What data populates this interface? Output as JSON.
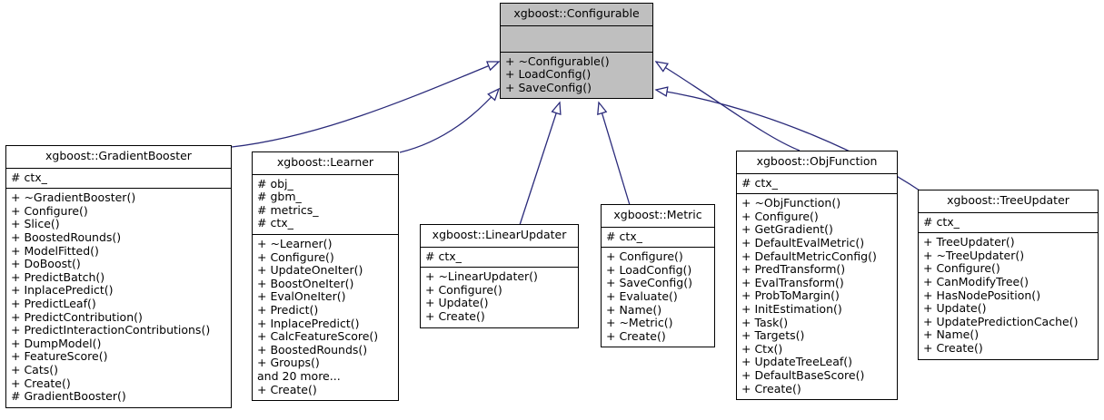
{
  "diagram": {
    "type": "uml-class-inheritance",
    "title": "xgboost::Configurable inheritance diagram",
    "edge_color": "#2a2a7a",
    "base_fill": "#bfbfbf",
    "node_fill": "#ffffff",
    "border_color": "#000000"
  },
  "nodes": [
    {
      "id": "configurable",
      "title": "xgboost::Configurable",
      "attributes": [],
      "operations": [
        "+ ~Configurable()",
        "+ LoadConfig()",
        "+ SaveConfig()"
      ]
    },
    {
      "id": "gradientbooster",
      "title": "xgboost::GradientBooster",
      "attributes": [
        "# ctx_"
      ],
      "operations": [
        "+ ~GradientBooster()",
        "+ Configure()",
        "+ Slice()",
        "+ BoostedRounds()",
        "+ ModelFitted()",
        "+ DoBoost()",
        "+ PredictBatch()",
        "+ InplacePredict()",
        "+ PredictLeaf()",
        "+ PredictContribution()",
        "+ PredictInteractionContributions()",
        "+ DumpModel()",
        "+ FeatureScore()",
        "+ Cats()",
        "+ Create()",
        "# GradientBooster()"
      ]
    },
    {
      "id": "learner",
      "title": "xgboost::Learner",
      "attributes": [
        "# obj_",
        "# gbm_",
        "# metrics_",
        "# ctx_"
      ],
      "operations": [
        "+ ~Learner()",
        "+ Configure()",
        "+ UpdateOneIter()",
        "+ BoostOneIter()",
        "+ EvalOneIter()",
        "+ Predict()",
        "+ InplacePredict()",
        "+ CalcFeatureScore()",
        "+ BoostedRounds()",
        "+ Groups()",
        "and 20 more...",
        "+ Create()"
      ]
    },
    {
      "id": "linearupdater",
      "title": "xgboost::LinearUpdater",
      "attributes": [
        "# ctx_"
      ],
      "operations": [
        "+ ~LinearUpdater()",
        "+ Configure()",
        "+ Update()",
        "+ Create()"
      ]
    },
    {
      "id": "metric",
      "title": "xgboost::Metric",
      "attributes": [
        "# ctx_"
      ],
      "operations": [
        "+ Configure()",
        "+ LoadConfig()",
        "+ SaveConfig()",
        "+ Evaluate()",
        "+ Name()",
        "+ ~Metric()",
        "+ Create()"
      ]
    },
    {
      "id": "objfunction",
      "title": "xgboost::ObjFunction",
      "attributes": [
        "# ctx_"
      ],
      "operations": [
        "+ ~ObjFunction()",
        "+ Configure()",
        "+ GetGradient()",
        "+ DefaultEvalMetric()",
        "+ DefaultMetricConfig()",
        "+ PredTransform()",
        "+ EvalTransform()",
        "+ ProbToMargin()",
        "+ InitEstimation()",
        "+ Task()",
        "+ Targets()",
        "+ Ctx()",
        "+ UpdateTreeLeaf()",
        "+ DefaultBaseScore()",
        "+ Create()"
      ]
    },
    {
      "id": "treeupdater",
      "title": "xgboost::TreeUpdater",
      "attributes": [
        "# ctx_"
      ],
      "operations": [
        "+ TreeUpdater()",
        "+ ~TreeUpdater()",
        "+ Configure()",
        "+ CanModifyTree()",
        "+ HasNodePosition()",
        "+ Update()",
        "+ UpdatePredictionCache()",
        "+ Name()",
        "+ Create()"
      ]
    }
  ],
  "edges": [
    {
      "from": "gradientbooster",
      "to": "configurable",
      "kind": "inheritance"
    },
    {
      "from": "learner",
      "to": "configurable",
      "kind": "inheritance"
    },
    {
      "from": "linearupdater",
      "to": "configurable",
      "kind": "inheritance"
    },
    {
      "from": "metric",
      "to": "configurable",
      "kind": "inheritance"
    },
    {
      "from": "objfunction",
      "to": "configurable",
      "kind": "inheritance"
    },
    {
      "from": "treeupdater",
      "to": "configurable",
      "kind": "inheritance"
    }
  ]
}
